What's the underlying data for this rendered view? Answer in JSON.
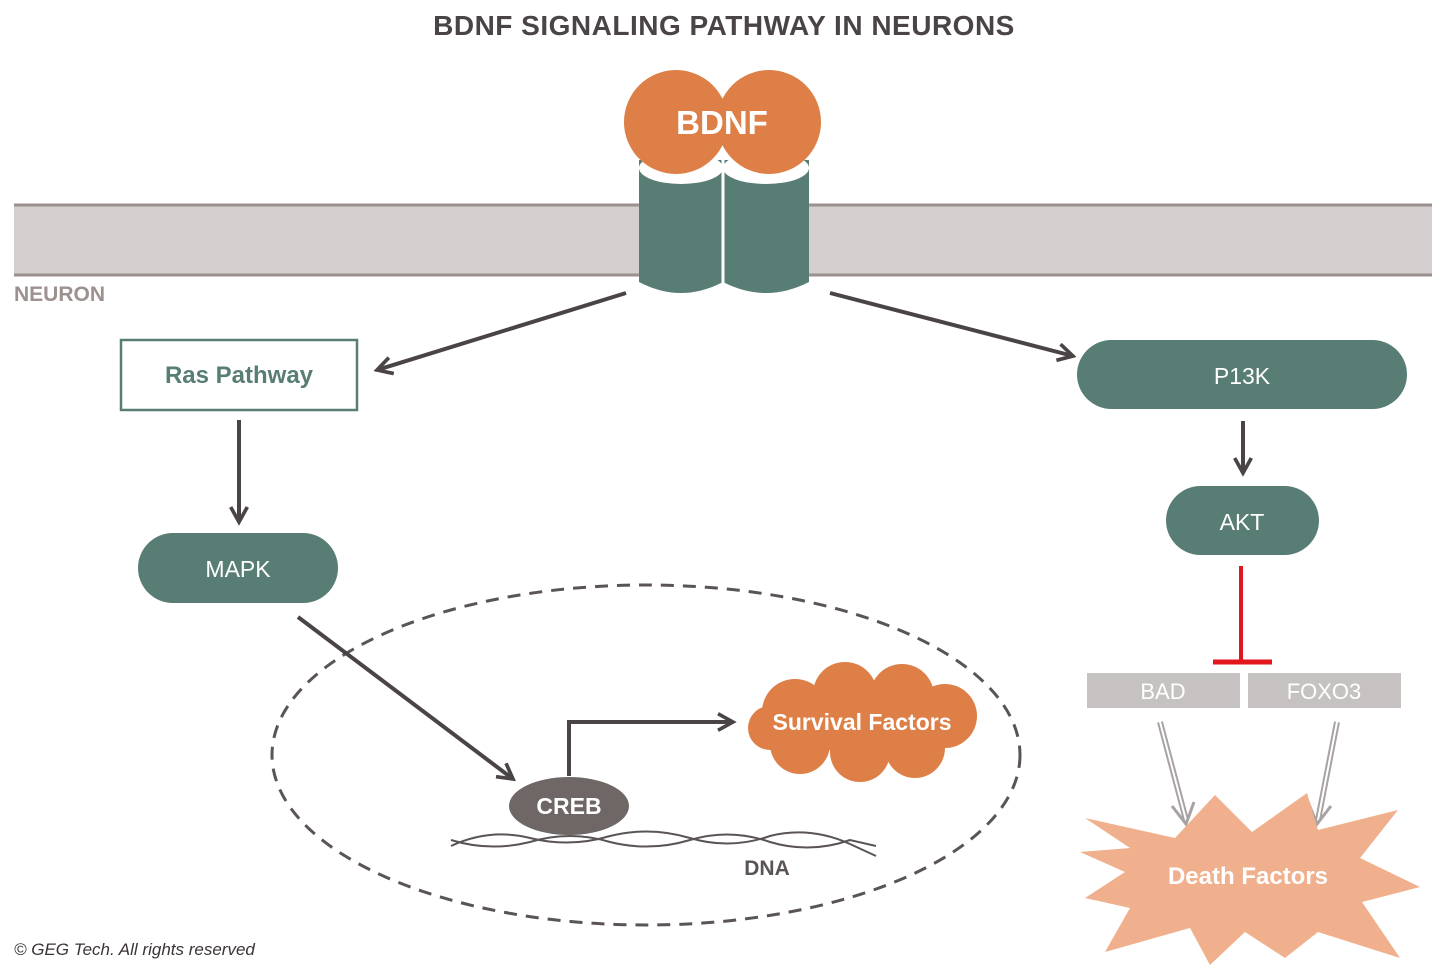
{
  "title": "BDNF SIGNALING PATHWAY IN NEURONS",
  "membrane_label": "NEURON",
  "nodes": {
    "bdnf": "BDNF",
    "ras": "Ras Pathway",
    "mapk": "MAPK",
    "p13k": "P13K",
    "akt": "AKT",
    "creb": "CREB",
    "dna": "DNA",
    "survival": "Survival Factors",
    "bad": "BAD",
    "foxo3": "FOXO3",
    "death": "Death Factors"
  },
  "copyright": "© GEG Tech. All rights reserved",
  "colors": {
    "teal": "#587d74",
    "orange": "#dd7f46",
    "membrane": "#d4d0cf",
    "membrane_edge": "#9b908d",
    "arrow": "#4a4446",
    "inhibit": "#e3161b",
    "gray_box": "#c6c2c1",
    "creb": "#6e6766",
    "death": "#f0b08d"
  }
}
